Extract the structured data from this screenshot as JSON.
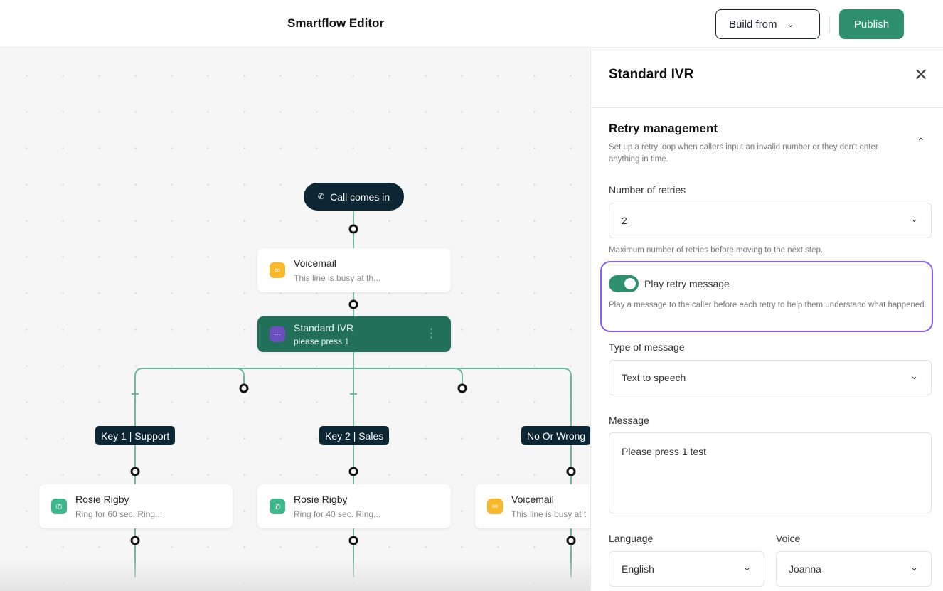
{
  "header": {
    "title": "Smartflow Editor",
    "build_from": "Build from",
    "publish": "Publish"
  },
  "canvas": {
    "start": "Call comes in",
    "voicemail": {
      "title": "Voicemail",
      "subtitle": "This line is busy at th..."
    },
    "ivr": {
      "title": "Standard IVR",
      "subtitle": "please press 1"
    },
    "branches": [
      {
        "label": "Key 1 | Support",
        "title": "Rosie Rigby",
        "subtitle": "Ring for 60 sec. Ring..."
      },
      {
        "label": "Key 2 | Sales",
        "title": "Rosie Rigby",
        "subtitle": "Ring for 40 sec. Ring..."
      },
      {
        "label": "No Or Wrong",
        "title": "Voicemail",
        "subtitle": "This line is busy at t"
      }
    ]
  },
  "panel": {
    "title": "Standard IVR",
    "section_title": "Retry management",
    "section_desc": "Set up a retry loop when callers input an invalid number or they don't enter anything in time.",
    "retries_label": "Number of retries",
    "retries_value": "2",
    "retries_hint": "Maximum number of retries before moving to the next step.",
    "play_retry_label": "Play retry message",
    "play_retry_on": true,
    "play_retry_desc": "Play a message to the caller before each retry to help them understand what happened.",
    "type_label": "Type of message",
    "type_value": "Text to speech",
    "message_label": "Message",
    "message_value": "Please press 1 test",
    "language_label": "Language",
    "language_value": "English",
    "voice_label": "Voice",
    "voice_value": "Joanna"
  },
  "colors": {
    "accent": "#2e8f6e",
    "selected_node": "#23705a",
    "highlight": "#8b5cf6",
    "voicemail_icon": "#f7b92b",
    "ivr_icon": "#6b4fbf",
    "phone_icon": "#3fb68a",
    "dark": "#0d2633"
  }
}
